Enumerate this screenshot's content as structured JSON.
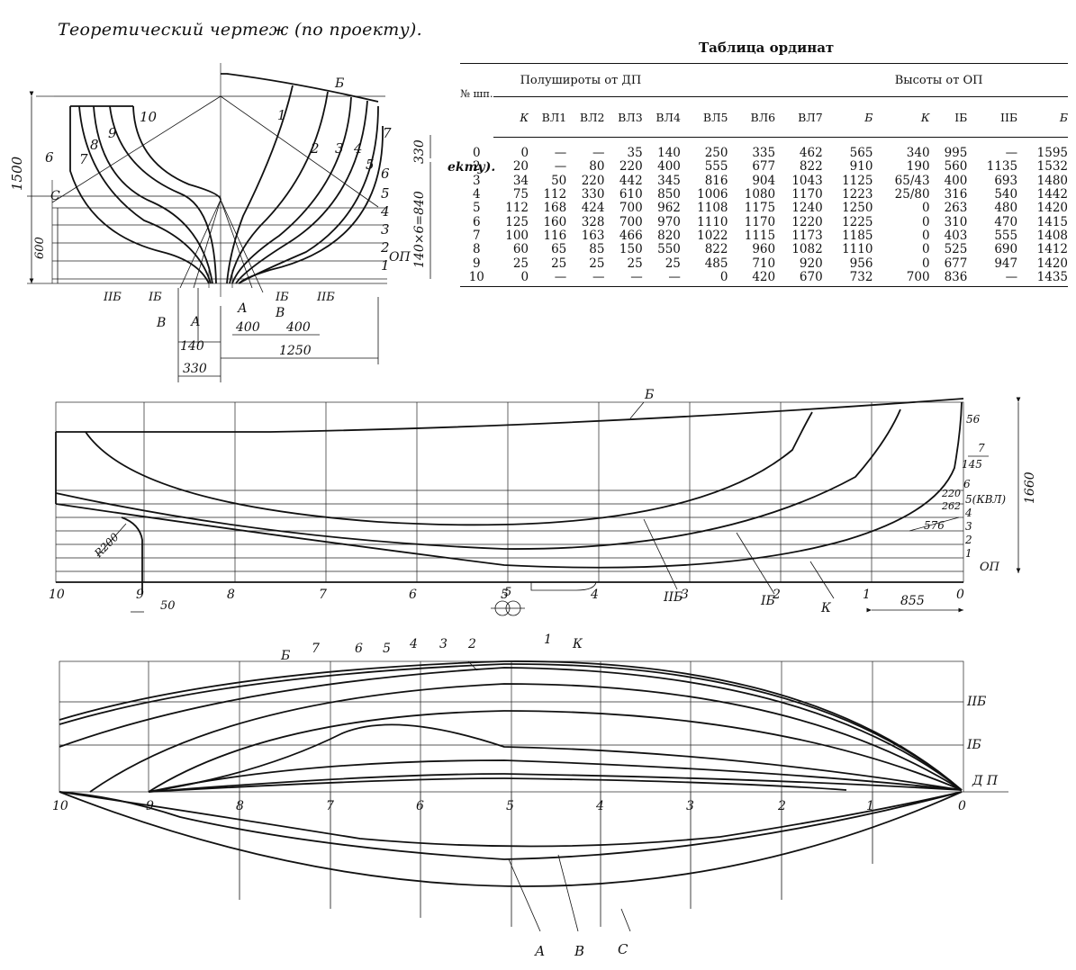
{
  "page_title": "Теоретический чертеж (по проекту).",
  "table": {
    "title": "Таблица ординат",
    "group_half_widths": "Полуширoты от ДП",
    "group_heights": "Высоты от ОП",
    "frame_header": "№ шп.",
    "columns": [
      "К",
      "ВЛ1",
      "ВЛ2",
      "ВЛ3",
      "ВЛ4",
      "ВЛ5",
      "ВЛ6",
      "ВЛ7",
      "Б",
      "К",
      "IБ",
      "IIБ",
      "Б"
    ],
    "rows": [
      [
        "0",
        "0",
        "—",
        "—",
        "35",
        "140",
        "250",
        "335",
        "462",
        "565",
        "340",
        "995",
        "—",
        "1595"
      ],
      [
        "2",
        "20",
        "—",
        "80",
        "220",
        "400",
        "555",
        "677",
        "822",
        "910",
        "190",
        "560",
        "1135",
        "1532"
      ],
      [
        "3",
        "34",
        "50",
        "220",
        "442",
        "345",
        "816",
        "904",
        "1043",
        "1125",
        "65/43",
        "400",
        "693",
        "1480"
      ],
      [
        "4",
        "75",
        "112",
        "330",
        "610",
        "850",
        "1006",
        "1080",
        "1170",
        "1223",
        "25/80",
        "316",
        "540",
        "1442"
      ],
      [
        "5",
        "112",
        "168",
        "424",
        "700",
        "962",
        "1108",
        "1175",
        "1240",
        "1250",
        "0",
        "263",
        "480",
        "1420"
      ],
      [
        "6",
        "125",
        "160",
        "328",
        "700",
        "970",
        "1110",
        "1170",
        "1220",
        "1225",
        "0",
        "310",
        "470",
        "1415"
      ],
      [
        "7",
        "100",
        "116",
        "163",
        "466",
        "820",
        "1022",
        "1115",
        "1173",
        "1185",
        "0",
        "403",
        "555",
        "1408"
      ],
      [
        "8",
        "60",
        "65",
        "85",
        "150",
        "550",
        "822",
        "960",
        "1082",
        "1110",
        "0",
        "525",
        "690",
        "1412"
      ],
      [
        "9",
        "25",
        "25",
        "25",
        "25",
        "25",
        "485",
        "710",
        "920",
        "956",
        "0",
        "677",
        "947",
        "1420"
      ],
      [
        "10",
        "0",
        "—",
        "—",
        "—",
        "—",
        "0",
        "420",
        "670",
        "732",
        "700",
        "836",
        "—",
        "1435"
      ]
    ],
    "left_fragment": "ekту)."
  },
  "body_plan": {
    "dims": {
      "total_height": "1500",
      "h600": "600",
      "h330": "330",
      "wl_stack": "140×6=840",
      "d140": "140",
      "d330": "330",
      "d400a": "400",
      "d400b": "400",
      "d1250": "1250"
    },
    "labels": {
      "b_top": "Б",
      "op": "ОП",
      "c": "С",
      "a1": "А",
      "a2": "А",
      "b1": "В",
      "b2": "В",
      "iib_l": "IIБ",
      "ib_l": "IБ",
      "ib_r": "IБ",
      "iib_r": "IIБ"
    },
    "aft_frames": [
      "6",
      "7",
      "8",
      "9",
      "10"
    ],
    "fwd_frames": [
      "1",
      "2",
      "3",
      "4",
      "5",
      "6",
      "7"
    ],
    "waterlines": [
      "5",
      "4",
      "3",
      "2",
      "1"
    ]
  },
  "profile": {
    "frames": [
      "10",
      "9",
      "8",
      "7",
      "6",
      "5",
      "4",
      "3",
      "2",
      "1",
      "0"
    ],
    "waterlines": [
      "5(КВЛ)",
      "4",
      "3",
      "2",
      "1"
    ],
    "dims": {
      "height": "1660",
      "d56": "56",
      "d145": "145",
      "d7": "7",
      "d6": "6",
      "d220": "220",
      "d262": "262",
      "d576": "576",
      "r200": "R200",
      "d50": "50",
      "d855": "855"
    },
    "labels": {
      "b": "Б",
      "op": "ОП",
      "iib": "IIБ",
      "ib": "IБ",
      "k": "К",
      "mid5": "5"
    }
  },
  "half_breadth": {
    "frames": [
      "10",
      "9",
      "8",
      "7",
      "6",
      "5",
      "4",
      "3",
      "2",
      "1",
      "0"
    ],
    "top_labels": [
      "Б",
      "7",
      "6",
      "5",
      "4",
      "3",
      "2",
      "1",
      "К"
    ],
    "right_labels": [
      "IIБ",
      "IБ",
      "Д П"
    ],
    "bottom_labels": [
      "А",
      "В",
      "С"
    ]
  }
}
